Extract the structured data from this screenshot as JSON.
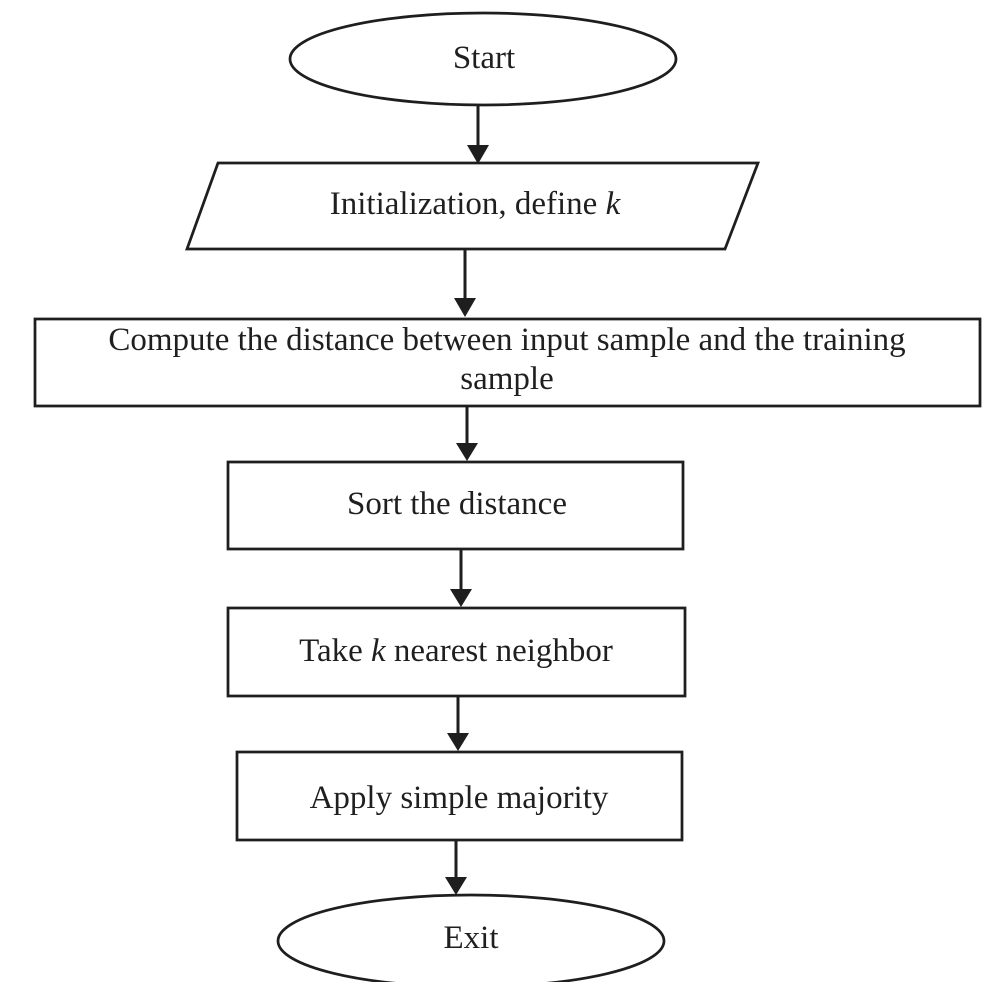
{
  "diagram": {
    "type": "flowchart",
    "background_color": "#ffffff",
    "ink_color": "#1e1e1e",
    "nodes": [
      {
        "id": "start",
        "shape": "ellipse",
        "role": "terminator",
        "label": "Start"
      },
      {
        "id": "initialization",
        "shape": "parallelogram",
        "role": "input",
        "label": "Initialization, define k",
        "label_before": "Initialization, define ",
        "label_italic": "k",
        "label_after": ""
      },
      {
        "id": "compute-distance",
        "shape": "rectangle",
        "role": "process",
        "label": "Compute the distance between input sample and the training sample",
        "line1": "Compute the distance between input sample and the training",
        "line2": "sample"
      },
      {
        "id": "sort-distance",
        "shape": "rectangle",
        "role": "process",
        "label": "Sort the distance"
      },
      {
        "id": "take-k-nearest",
        "shape": "rectangle",
        "role": "process",
        "label": "Take k nearest neighbor",
        "label_before": "Take ",
        "label_italic": "k",
        "label_after": " nearest neighbor"
      },
      {
        "id": "apply-majority",
        "shape": "rectangle",
        "role": "process",
        "label": "Apply simple majority"
      },
      {
        "id": "exit",
        "shape": "ellipse",
        "role": "terminator",
        "label": "Exit"
      }
    ],
    "edges": [
      {
        "from": "start",
        "to": "initialization"
      },
      {
        "from": "initialization",
        "to": "compute-distance"
      },
      {
        "from": "compute-distance",
        "to": "sort-distance"
      },
      {
        "from": "sort-distance",
        "to": "take-k-nearest"
      },
      {
        "from": "take-k-nearest",
        "to": "apply-majority"
      },
      {
        "from": "apply-majority",
        "to": "exit"
      }
    ]
  }
}
